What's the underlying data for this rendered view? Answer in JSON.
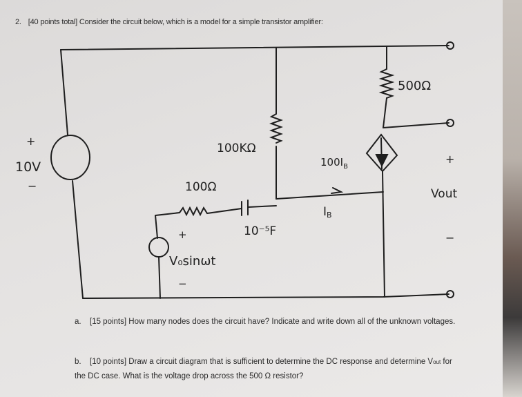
{
  "question": {
    "number": "2.",
    "header": "[40 points total]  Consider the circuit below, which is a model for a simple transistor amplifier:"
  },
  "circuit": {
    "dc_source": {
      "plus": "+",
      "label": "10V",
      "minus": "−"
    },
    "resistor_bias": "100KΩ",
    "resistor_input": "100Ω",
    "capacitor": "10⁻⁵F",
    "ac_source": {
      "plus": "+",
      "label": "V₀sinωt",
      "minus": "−"
    },
    "dependent_source": "100I",
    "dependent_source_sub": "B",
    "current_label": "I",
    "current_label_sub": "B",
    "resistor_load": "500Ω",
    "output": {
      "plus": "+",
      "label": "Vout",
      "minus": "−"
    }
  },
  "parts": [
    {
      "label": "a.",
      "text": "[15 points] How many nodes does the circuit have?  Indicate and write down all of the unknown voltages."
    },
    {
      "label": "b.",
      "text_1": "[10 points]  Draw a circuit diagram that is sufficient to determine the DC response and determine V",
      "sub": "out",
      "text_2": " for the DC case.  What is the voltage drop across the 500 Ω resistor?"
    }
  ]
}
